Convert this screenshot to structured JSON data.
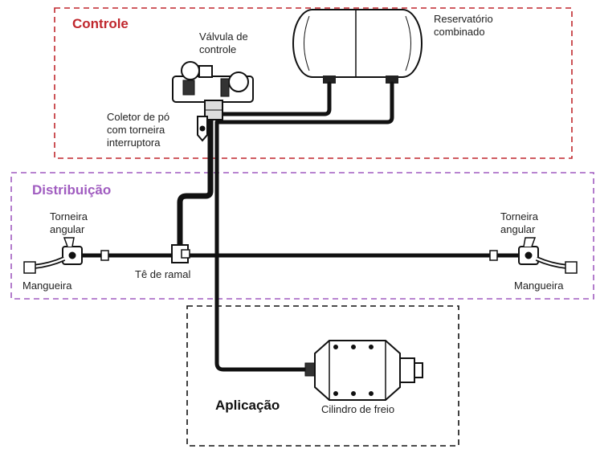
{
  "sections": {
    "controle": "Controle",
    "distribuicao": "Distribuição",
    "aplicacao": "Aplicação"
  },
  "labels": {
    "valvula": "Válvula de\ncontrole",
    "reservatorio": "Reservatório\ncombinado",
    "coletor": "Coletor de pó\ncom torneira\ninterruptora",
    "torneira_esq": "Torneira\nangular",
    "torneira_dir": "Torneira\nangular",
    "mangueira_esq": "Mangueira",
    "mangueira_dir": "Mangueira",
    "te_ramal": "Tê de ramal",
    "cilindro": "Cilindro de freio"
  },
  "colors": {
    "controle_border": "#c0272d",
    "distribuicao_border": "#a05cc0",
    "aplicacao_border": "#111111"
  }
}
